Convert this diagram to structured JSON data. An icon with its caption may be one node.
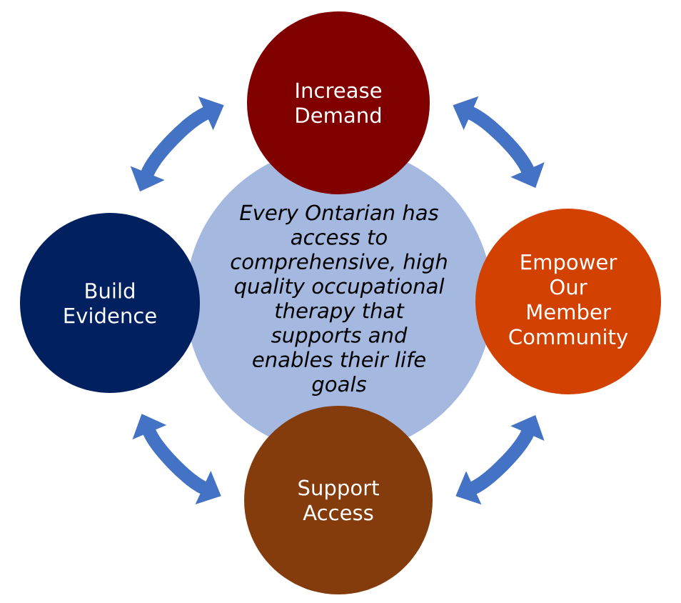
{
  "diagram": {
    "nodes": [
      {
        "text": [
          "Increase Demand"
        ]
      },
      {
        "text": [
          "Build Evidence"
        ]
      },
      {
        "text": [
          "Every Ontarian has access to comprehensive, high quality occupational therapy that supports and enables their life goals"
        ]
      },
      {
        "text": [
          "Empower Our Member Community"
        ]
      },
      {
        "text": [
          "Support Access"
        ]
      }
    ],
    "edges": [
      {
        "from": 1,
        "to": 0,
        "arrow": "both"
      },
      {
        "from": 0,
        "to": 3,
        "arrow": "both"
      },
      {
        "from": 3,
        "to": 4,
        "arrow": "both"
      },
      {
        "from": 4,
        "to": 1,
        "arrow": "both"
      }
    ]
  }
}
